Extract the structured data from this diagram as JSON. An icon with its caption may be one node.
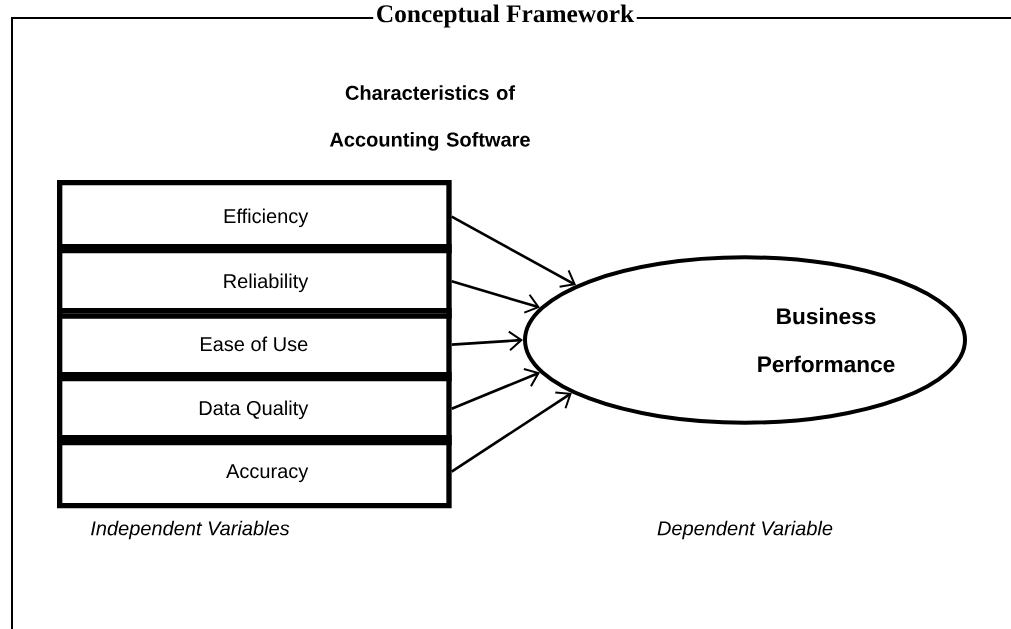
{
  "diagram": {
    "title": "Conceptual Framework",
    "nodes": [
      {
        "text": [
          "Efficiency"
        ]
      },
      {
        "text": [
          "Reliability"
        ]
      },
      {
        "text": [
          "Ease of Use"
        ]
      },
      {
        "text": [
          "Data Quality"
        ]
      },
      {
        "text": [
          "Accuracy"
        ]
      },
      {
        "text": [
          "Business Performance"
        ]
      }
    ],
    "edges": [
      {
        "from": 0,
        "to": 5,
        "arrow": "to"
      },
      {
        "from": 1,
        "to": 5,
        "arrow": "to"
      },
      {
        "from": 2,
        "to": 5,
        "arrow": "to"
      },
      {
        "from": 3,
        "to": 5,
        "arrow": "to"
      },
      {
        "from": 4,
        "to": 5,
        "arrow": "to"
      }
    ],
    "labels": [
      "Characteristics of Accounting Software",
      "Independent Variables",
      "Dependent Variable"
    ]
  }
}
